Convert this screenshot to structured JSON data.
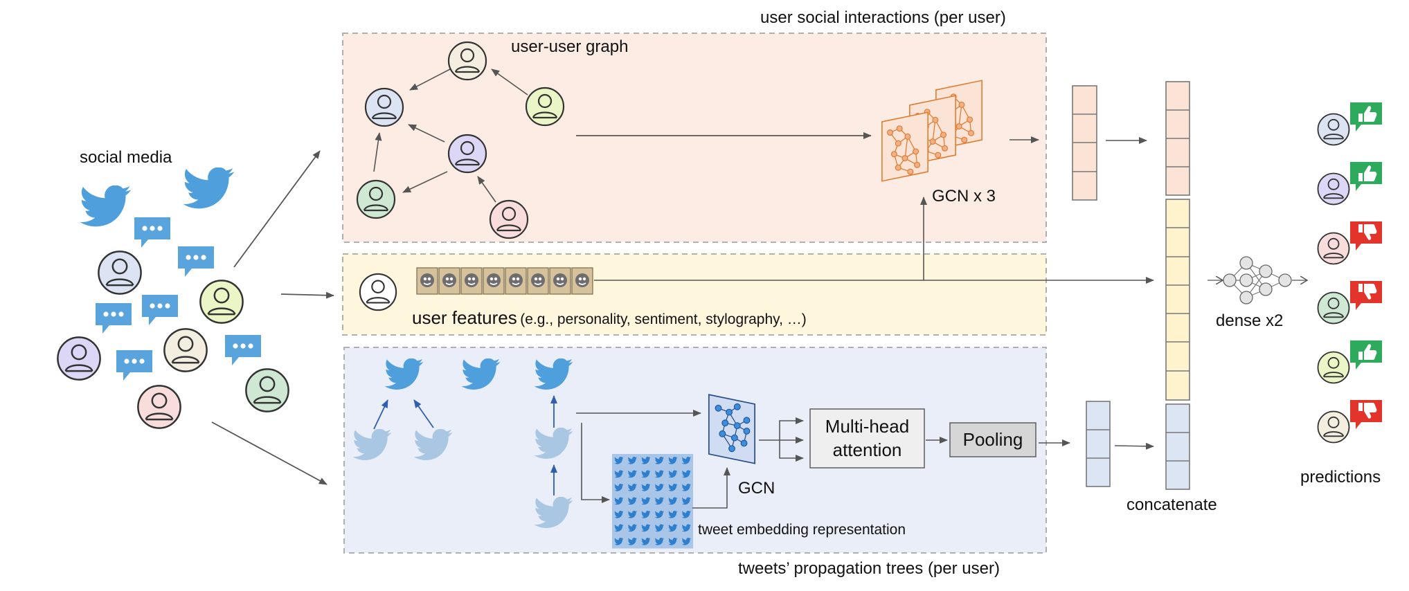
{
  "labels": {
    "social_media": "social media",
    "user_social_interactions": "user social interactions (per user)",
    "user_user_graph": "user-user graph",
    "gcn_x3": "GCN x 3",
    "user_features": "user features",
    "user_features_examples": "(e.g., personality, sentiment, stylography, …)",
    "gcn": "GCN",
    "multi_head_line1": "Multi-head",
    "multi_head_line2": "attention",
    "pooling": "Pooling",
    "tweet_embedding": "tweet embedding representation",
    "tweets_propagation": "tweets’ propagation trees (per user)",
    "concatenate": "concatenate",
    "dense_x2": "dense x2",
    "predictions": "predictions"
  },
  "colors": {
    "interactions_bg": "#fcece3",
    "features_bg": "#fef6dd",
    "propagation_bg": "#e9eef8",
    "frame_dash": "#a6a6a6",
    "twitter_blue": "#4e9fdc",
    "twitter_faded": "#a9c6e2",
    "gcn_orange": "#e07a2e",
    "gcn_blue": "#3b74c9",
    "cell_orange": "#fbe4d6",
    "cell_yellow": "#fef3cc",
    "cell_blue": "#dbe5f4",
    "thumb_up": "#2eaa5c",
    "thumb_down": "#e2342b",
    "arrow": "#555555"
  },
  "predictions": [
    {
      "user": "avatar-blue",
      "verdict": "thumbs-up"
    },
    {
      "user": "avatar-purple",
      "verdict": "thumbs-up"
    },
    {
      "user": "avatar-pink",
      "verdict": "thumbs-down"
    },
    {
      "user": "avatar-green",
      "verdict": "thumbs-down"
    },
    {
      "user": "avatar-lime",
      "verdict": "thumbs-up"
    },
    {
      "user": "avatar-cream",
      "verdict": "thumbs-down"
    }
  ]
}
